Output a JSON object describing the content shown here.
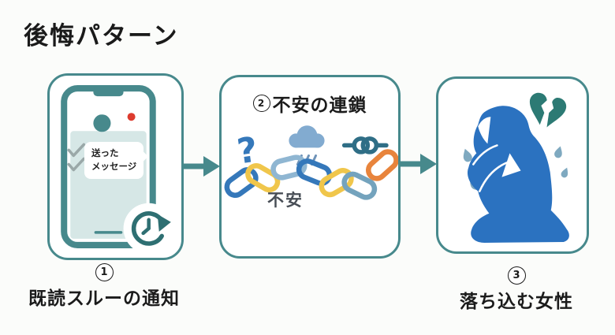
{
  "title": "後悔パターン",
  "palette": {
    "frame_teal": "#47898c",
    "screen_light_teal": "#d6e7e6",
    "chain_blue": "#3578ba",
    "chain_yellow": "#f0c64b",
    "chain_light_blue": "#8fb6d2",
    "chain_steel_blue": "#74a3bd",
    "chain_orange": "#e8843c",
    "notification_red": "#dd3b2e",
    "woman_blue": "#2b72c0",
    "heart_teal": "#2c7a74",
    "tear_blue": "#7fa9c0",
    "check_gray": "#9aa8a8",
    "anxiety_text_gray": "#484e56",
    "text_black": "#1b1b1b"
  },
  "steps": {
    "step1": {
      "number": "1",
      "caption": "既読スルーの通知",
      "phone": {
        "bubble_line1": "送った",
        "bubble_line2": "メッセージ"
      }
    },
    "step2": {
      "number": "2",
      "heading": "不安の連鎖",
      "question_mark": "?",
      "chain_label": "不安"
    },
    "step3": {
      "number": "3",
      "caption": "落ち込む女性"
    }
  }
}
